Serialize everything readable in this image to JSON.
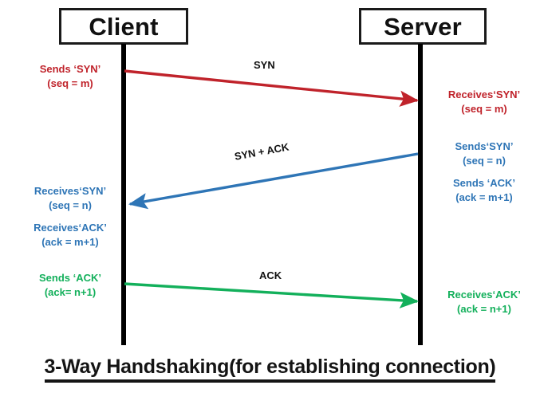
{
  "diagram": {
    "title": "3-Way Handshaking(for establishing connection)",
    "colors": {
      "client_message": "#C0232B",
      "server_message": "#2E75B6",
      "ack_message": "#13B05B",
      "lifeline": "#000000",
      "box_border": "#1a1a1a",
      "background": "#ffffff",
      "label_text": "#111111"
    },
    "nodes": [
      {
        "id": "client",
        "label": "Client"
      },
      {
        "id": "server",
        "label": "Server"
      }
    ],
    "messages": [
      {
        "id": "syn",
        "label": "SYN",
        "color": "#C0232B",
        "direction": "client-to-server"
      },
      {
        "id": "syn-ack",
        "label": "SYN + ACK",
        "color": "#2E75B6",
        "direction": "server-to-client"
      },
      {
        "id": "ack",
        "label": "ACK",
        "color": "#13B05B",
        "direction": "client-to-server"
      }
    ],
    "notes": {
      "client_sends_syn": {
        "line1": "Sends ‘SYN’",
        "line2": "(seq = m)"
      },
      "server_recv_syn": {
        "line1": "Receives‘SYN’",
        "line2": "(seq = m)"
      },
      "server_sends_syn": {
        "line1": "Sends‘SYN’",
        "line2": "(seq = n)"
      },
      "server_sends_ack": {
        "line1": "Sends ‘ACK’",
        "line2": "(ack = m+1)"
      },
      "client_recv_syn": {
        "line1": "Receives‘SYN’",
        "line2": "(seq = n)"
      },
      "client_recv_ack": {
        "line1": "Receives‘ACK’",
        "line2": "(ack = m+1)"
      },
      "client_sends_ack": {
        "line1": "Sends ‘ACK’",
        "line2": "(ack= n+1)"
      },
      "server_recv_ack": {
        "line1": "Receives‘ACK’",
        "line2": "(ack = n+1)"
      }
    }
  }
}
